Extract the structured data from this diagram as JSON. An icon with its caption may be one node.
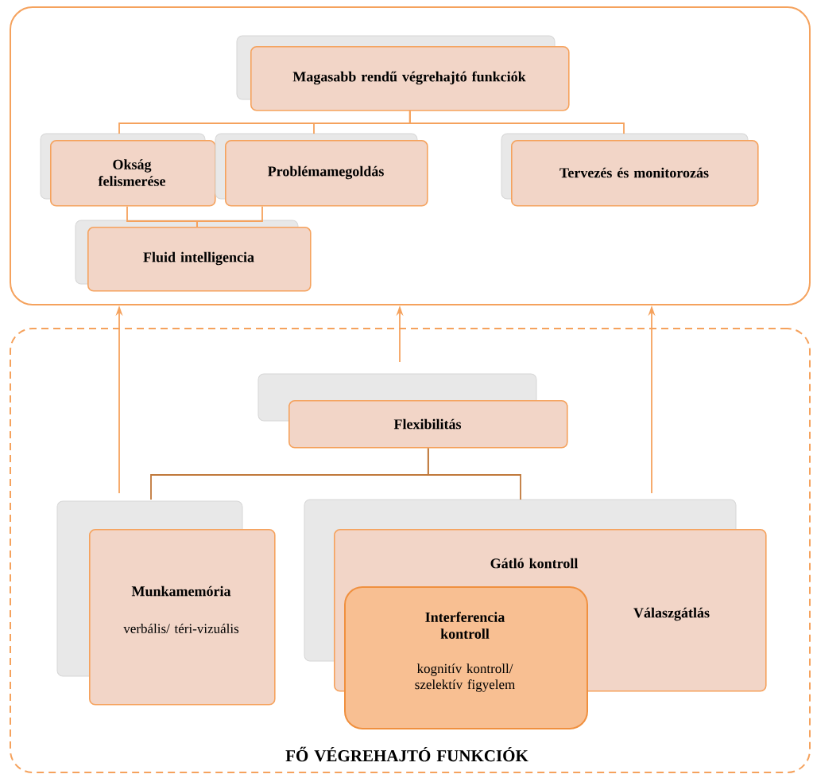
{
  "diagram": {
    "nodes": [
      {
        "text": [],
        "shape": "box"
      },
      {
        "text": [
          "Magasabb rendű végrehajtó funkciók"
        ],
        "in": 0
      },
      {
        "text": [
          "Okság felismerése"
        ],
        "in": 0
      },
      {
        "text": [
          "Problémamegoldás"
        ],
        "in": 0
      },
      {
        "text": [
          "Tervezés és monitorozás"
        ],
        "in": 0
      },
      {
        "text": [
          "Fluid intelligencia"
        ],
        "in": 0
      },
      {
        "text": [
          "FŐ VÉGREHAJTÓ FUNKCIÓK"
        ]
      },
      {
        "text": [
          "Flexibilitás"
        ],
        "in": 6
      },
      {
        "text": [
          "Munkamemória",
          "verbális/ téri-vizuális"
        ],
        "in": 6
      },
      {
        "text": [
          "Gátló kontroll",
          "Válaszgátlás"
        ],
        "in": 6
      },
      {
        "text": [
          "Interferencia kontroll",
          "kognitív kontroll/ szelektív figyelem"
        ],
        "in": 6
      }
    ],
    "edges": [
      {
        "from": 1,
        "to": 2,
        "arrow": "none"
      },
      {
        "from": 1,
        "to": 3,
        "arrow": "none"
      },
      {
        "from": 1,
        "to": 4,
        "arrow": "none"
      },
      {
        "from": 2,
        "to": 5,
        "arrow": "none"
      },
      {
        "from": 3,
        "to": 5,
        "arrow": "none"
      },
      {
        "from": 7,
        "to": 8,
        "arrow": "none",
        "color": "#c0783a"
      },
      {
        "from": 7,
        "to": 9,
        "arrow": "none",
        "color": "#c0783a"
      },
      {
        "from": 8,
        "to": 0,
        "arrow": "to"
      },
      {
        "from": 7,
        "to": 0,
        "arrow": "to"
      },
      {
        "from": 9,
        "to": 0,
        "arrow": "to"
      }
    ]
  }
}
